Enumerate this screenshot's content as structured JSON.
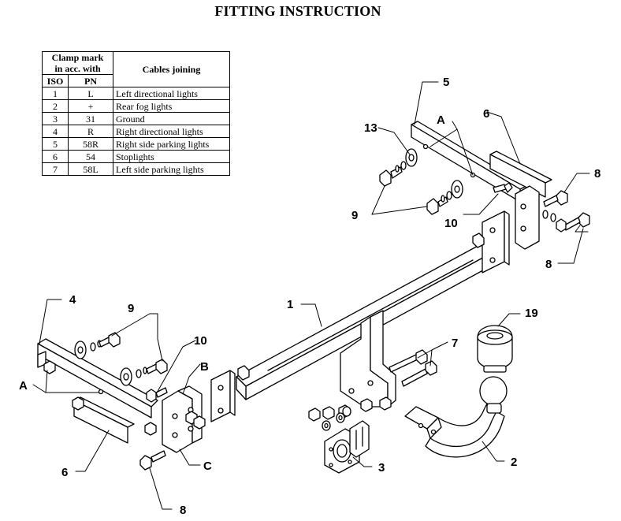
{
  "title": "FITTING INSTRUCTION",
  "table": {
    "header_clamp": [
      "Clamp mark",
      "in acc. with"
    ],
    "header_cables": "Cables joining",
    "col_iso": "ISO",
    "col_pn": "PN",
    "rows": [
      {
        "iso": "1",
        "pn": "L",
        "desc": "Left directional lights"
      },
      {
        "iso": "2",
        "pn": "+",
        "desc": "Rear fog lights"
      },
      {
        "iso": "3",
        "pn": "31",
        "desc": "Ground"
      },
      {
        "iso": "4",
        "pn": "R",
        "desc": "Right directional lights"
      },
      {
        "iso": "5",
        "pn": "58R",
        "desc": "Right side parking lights"
      },
      {
        "iso": "6",
        "pn": "54",
        "desc": "Stoplights"
      },
      {
        "iso": "7",
        "pn": "58L",
        "desc": "Left side parking lights"
      }
    ]
  },
  "callouts": {
    "c1": "1",
    "c2": "2",
    "c3": "3",
    "c4": "4",
    "c5": "5",
    "c6a": "6",
    "c6b": "6",
    "c7": "7",
    "c8a": "8",
    "c8b": "8",
    "c8c": "8",
    "c9a": "9",
    "c9b": "9",
    "c10a": "10",
    "c10b": "10",
    "c13": "13",
    "c19": "19",
    "ca1": "A",
    "ca2": "A",
    "cb": "B",
    "cc": "C"
  }
}
